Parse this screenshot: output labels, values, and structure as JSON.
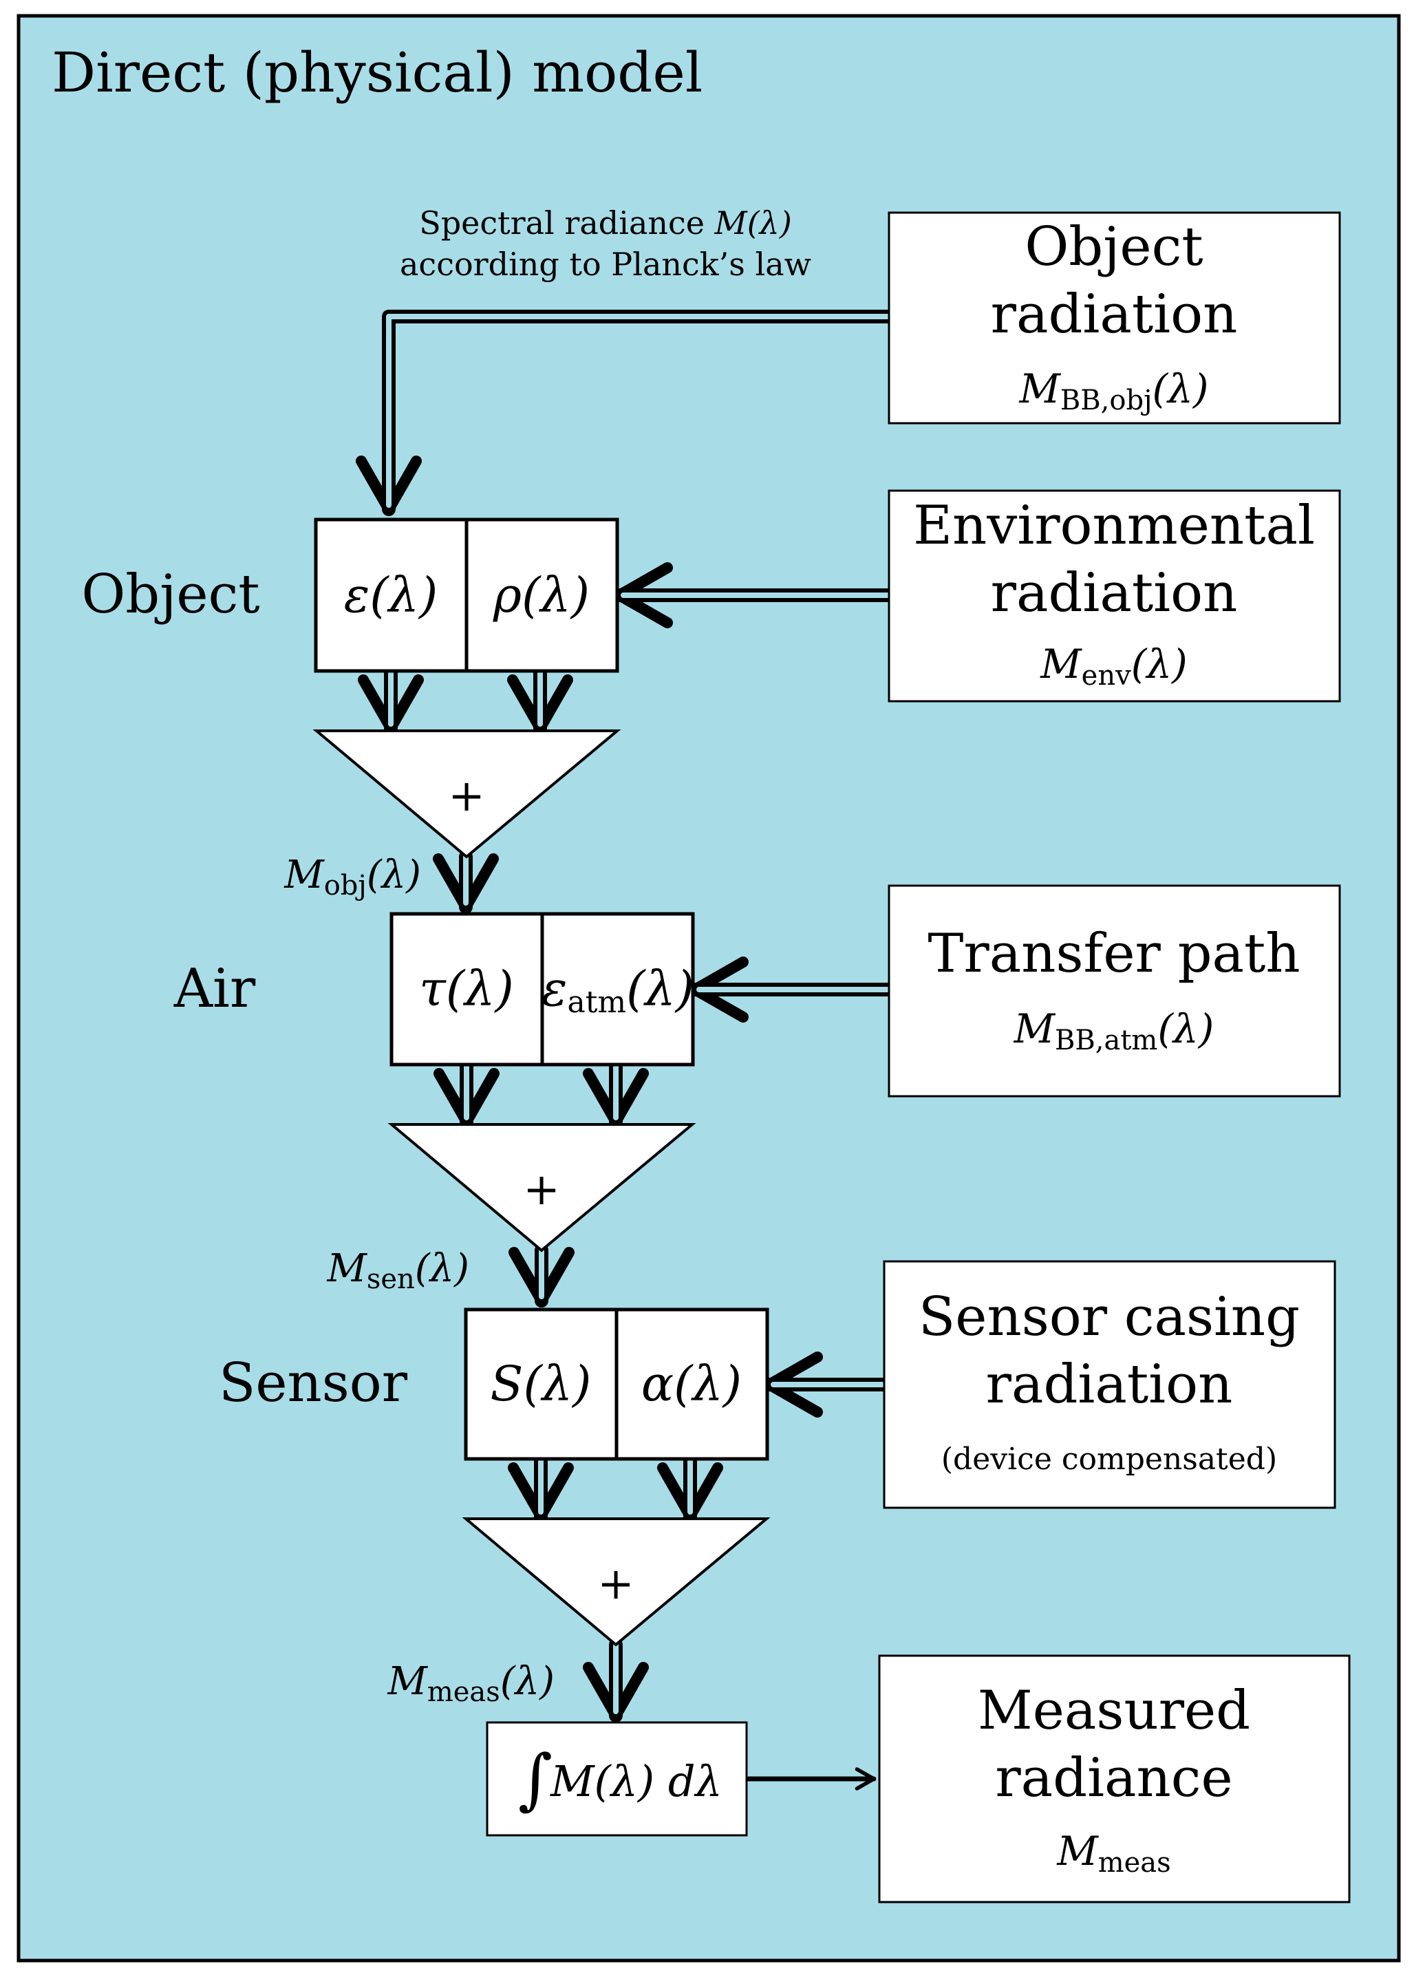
{
  "title": "Direct (physical) model",
  "colors": {
    "background": "#a8dde8",
    "border": "#000000",
    "box_fill": "#ffffff"
  },
  "stages": {
    "object": "Object",
    "air": "Air",
    "sensor": "Sensor"
  },
  "top_note": {
    "line1_prefix": "Spectral radiance ",
    "line1_symbol": "M(λ)",
    "line2": "according to Planck’s law"
  },
  "sources": {
    "object_radiation": {
      "line1": "Object",
      "line2": "radiation",
      "sym_main": "M",
      "sym_sub": "BB,obj",
      "sym_tail": "(λ)"
    },
    "environmental_radiation": {
      "line1": "Environmental",
      "line2": "radiation",
      "sym_main": "M",
      "sym_sub": "env",
      "sym_tail": "(λ)"
    },
    "transfer_path": {
      "line1": "Transfer path",
      "sym_main": "M",
      "sym_sub": "BB,atm",
      "sym_tail": "(λ)"
    },
    "sensor_casing": {
      "line1": "Sensor casing",
      "line2": "radiation",
      "note": "(device compensated)"
    },
    "measured_radiance": {
      "line1": "Measured",
      "line2": "radiance",
      "sym_main": "M",
      "sym_sub": "meas"
    }
  },
  "blocks": {
    "object_left": "ε(λ)",
    "object_right": "ρ(λ)",
    "air_left": "τ(λ)",
    "air_right_main": "ε",
    "air_right_sub": "atm",
    "air_right_tail": "(λ)",
    "sensor_left": "S(λ)",
    "sensor_right": "α(λ)",
    "integral_sign": "∫",
    "integral_body": "M(λ) dλ"
  },
  "sum_symbol": "+",
  "signals": {
    "obj": {
      "main": "M",
      "sub": "obj",
      "tail": "(λ)"
    },
    "sen": {
      "main": "M",
      "sub": "sen",
      "tail": "(λ)"
    },
    "meas": {
      "main": "M",
      "sub": "meas",
      "tail": "(λ)"
    }
  }
}
